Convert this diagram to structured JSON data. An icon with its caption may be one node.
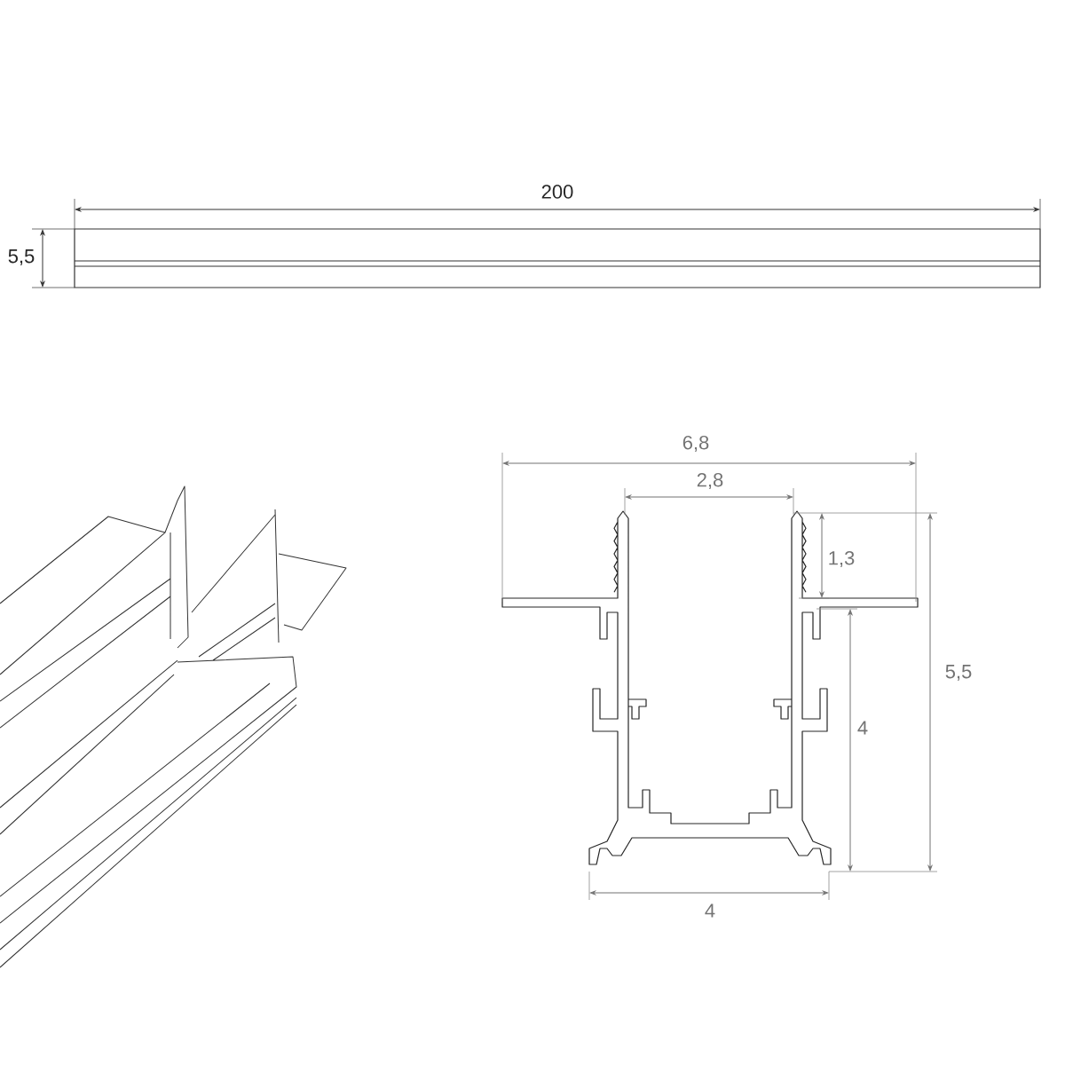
{
  "diagram": {
    "labels": [
      "200",
      "5,5",
      "6,8",
      "2,8",
      "1,3",
      "5,5",
      "4",
      "4"
    ]
  }
}
